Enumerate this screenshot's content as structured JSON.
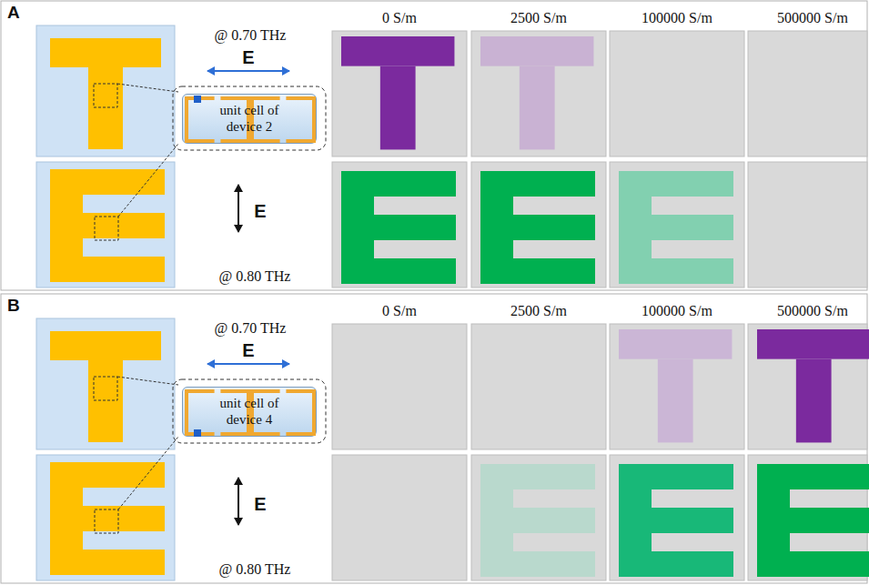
{
  "diagram": {
    "nodes": [
      {
        "text": [
          "unit cell of device 2"
        ]
      },
      {
        "text": [
          "unit cell of device 4"
        ]
      }
    ],
    "labels": [
      "A",
      "@ 0.70 THz",
      "E",
      "E",
      "@ 0.80 THz",
      "0 S/m",
      "2500 S/m",
      "100000 S/m",
      "500000 S/m",
      "B",
      "@ 0.70 THz",
      "E",
      "E",
      "@ 0.80 THz",
      "0 S/m",
      "2500 S/m",
      "100000 S/m",
      "500000 S/m"
    ]
  }
}
